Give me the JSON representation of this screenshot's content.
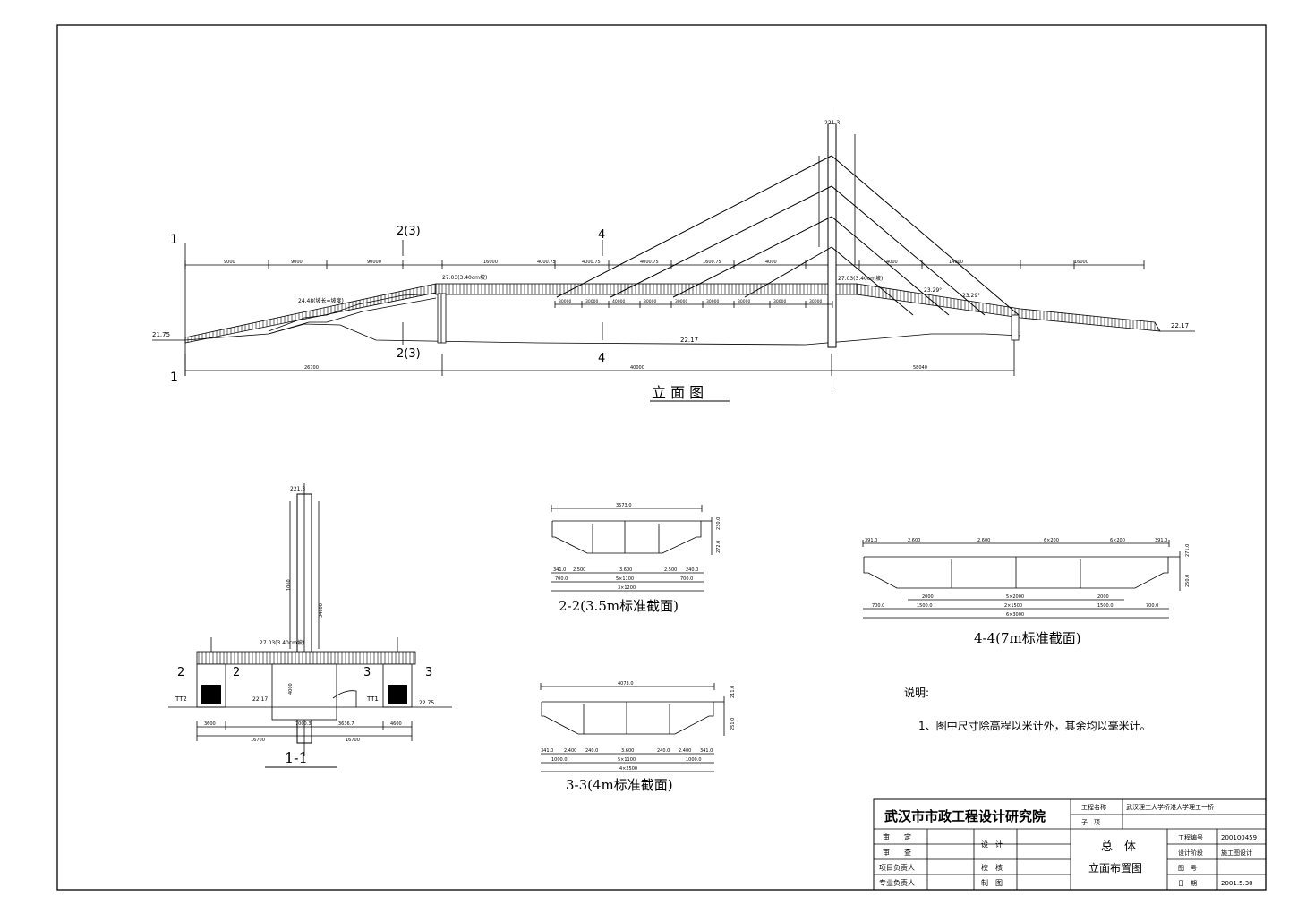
{
  "elevation": {
    "title": "立 面 图",
    "section_marks": [
      "1",
      "2(3)",
      "4"
    ],
    "elev_left": "21.75",
    "elev_right": "22.17",
    "elev_ground": "22.17",
    "elev_tower_top": "221.3",
    "deck_note_left": "27.03(3.40cm坡)",
    "deck_note_right": "27.03(3.40cm坡)",
    "ramp_note": "24.48(坡长=坡度)",
    "angle_1": "23.29°",
    "angle_2": "23.29°",
    "total_left": "26700",
    "total_mid": "40000",
    "total_right": "58040",
    "top_dims": [
      "9000",
      "9000",
      "90000",
      "16000",
      "4000.75",
      "4000.75",
      "4000.75",
      "1600.75",
      "4000",
      "4000",
      "14000",
      "16000"
    ],
    "panel_dims": [
      "30000",
      "30000",
      "40000",
      "30000",
      "30000",
      "30000",
      "30000",
      "30000",
      "30000"
    ]
  },
  "section_1_1": {
    "title": "1-1",
    "labels": [
      "2",
      "2",
      "3",
      "3"
    ],
    "tower_top": "221.3",
    "deck_note": "27.03(3.40cm坡)",
    "dim_tower_1": "1060",
    "dim_tower_2": "34600",
    "elev_1": "22.17",
    "elev_2": "22.75",
    "mark_left": "TT2",
    "mark_right": "TT1",
    "dim_base_left": "3600",
    "dim_base_right": "4600",
    "dim_mid": "7000.3",
    "dim_mid_right": "3636.7",
    "dim_total_left": "16700",
    "dim_total_right": "16700",
    "dim_pier": "4000"
  },
  "section_2_2": {
    "title": "2-2(3.5m标准截面)",
    "top_dim": "3573.0",
    "side_dims": [
      "230.0",
      "272.0"
    ],
    "row1": [
      "341.0",
      "2.500",
      "3.600",
      "2.500",
      "240.0"
    ],
    "row2": [
      "700.0",
      "5×1100",
      "700.0"
    ],
    "total": "3×1200"
  },
  "section_3_3": {
    "title": "3-3(4m标准截面)",
    "top_dim": "4073.0",
    "side_dims": [
      "211.0",
      "251.0"
    ],
    "row1": [
      "341.0",
      "2.400",
      "240.0",
      "3.600",
      "240.0",
      "2.400",
      "341.0"
    ],
    "row2": [
      "1000.0",
      "5×1100",
      "1000.0"
    ],
    "total": "4×2500"
  },
  "section_4_4": {
    "title": "4-4(7m标准截面)",
    "top_dims": [
      "391.0",
      "2.600",
      "2.600",
      "6×200",
      "6×200",
      "391.0"
    ],
    "side_dims": [
      "271.0",
      "250.0"
    ],
    "inner_dims": [
      "2000",
      "5×2000",
      "2000"
    ],
    "bottom_dims": [
      "700.0",
      "1500.0",
      "2×1500",
      "1500.0",
      "700.0"
    ],
    "total": "6×3000"
  },
  "notes": {
    "heading": "说明:",
    "items": [
      "1、图中尺寸除高程以米计外，其余均以毫米计。"
    ]
  },
  "title_block": {
    "institute": "武汉市市政工程设计研究院",
    "project_label": "工程名称",
    "project_name": "武汉理工大学桥港大学理工一桥",
    "subitem_label": "子　项",
    "roles": [
      "审　　定",
      "审　　查",
      "项目负责人",
      "专业负责人"
    ],
    "roles2": [
      "设　计",
      "校　核",
      "制　图"
    ],
    "drawing_name_1": "总　体",
    "drawing_name_2": "立面布置图",
    "fields": [
      {
        "label": "工程编号",
        "value": "200100459"
      },
      {
        "label": "设计阶段",
        "value": "施工图设计"
      },
      {
        "label": "图　号",
        "value": ""
      },
      {
        "label": "日　期",
        "value": "2001.5.30"
      }
    ]
  }
}
